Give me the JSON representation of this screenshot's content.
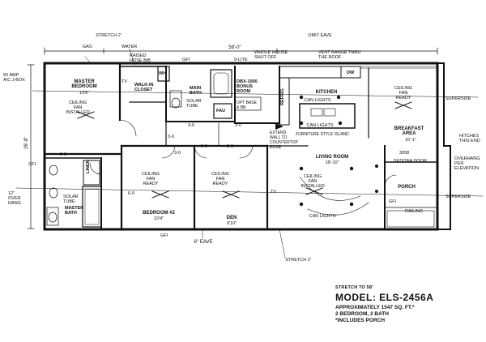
{
  "dimensions": {
    "overall_length": "58'-0\"",
    "width": "26'-8\"",
    "stretch_top": "STRETCH 2'",
    "stretch_bottom": "STRETCH 2'",
    "eave_bottom": "6\" EAVE",
    "omit_eave": "OMIT EAVE"
  },
  "annotations": {
    "gas": "GAS",
    "water": "WATER",
    "raised_hose_bib": "RAISED\nHOSE BIB",
    "gfi_top": "GFI",
    "nine_lite": "9-LITE",
    "whole_house_shutoff": "WHOLE HOUSE\nSHUT OFF",
    "vent_range": "VENT RANGE THRU\nTHE ROOF",
    "amp": "50 AMP\nA/C J-BOX",
    "overhang_left": "12\"\nOVER\nHANG",
    "gfi_left": "GFI",
    "gfi_bottom": "GFI",
    "gfi_porch": "GFI",
    "supersize_top": "SUPERSIZE",
    "supersize_bottom": "SUPERSIZE",
    "hitches": "HITCHES\nTHIS END",
    "overhang_right": "OVERHANG\nPER\nELEVATION",
    "extend_wall": "EXTEND\nWALL TO\nCOUNTERTOP\nEDGE",
    "sedona_door": "SEDONA DOOR",
    "door_3058": "3058",
    "railing": "RAILING",
    "furniture_island": "FURNITURE STYLE ISLAND"
  },
  "rooms": {
    "master_bedroom": {
      "name": "MASTER\nBEDROOM",
      "size": "13'6\""
    },
    "walk_in_closet": "WALK-IN\nCLOSET",
    "main_bath": "MAIN\nBATH",
    "bonus_room": "DBX-1000\nBONUS\nROOM",
    "opt_base": "OPT BASE\n& BB",
    "fau": "FAU",
    "wh": "WH",
    "kitchen": "KITCHEN",
    "dw": "DW",
    "refrig": "REFRIG",
    "breakfast": {
      "name": "BREAKFAST\nAREA",
      "size": "10'-1\""
    },
    "living_room": {
      "name": "LIVING ROOM",
      "size": "18'-10\""
    },
    "bedroom2": {
      "name": "BEDROOM #2",
      "size": "10'4\""
    },
    "den": {
      "name": "DEN",
      "size": "9'10\""
    },
    "master_bath": "MASTER\nBATH",
    "porch": "PORCH",
    "linen": "LINEN"
  },
  "features": {
    "ceiling_fan_installed": "CEILING\nFAN\nINSTALLED",
    "ceiling_fan_ready": "CEILING\nFAN\nREADY",
    "solar_tube": "SOLAR\nTUBE",
    "can_lights": "CAN LIGHTS",
    "tv": "TV"
  },
  "openings": {
    "d30": "3-0",
    "d20": "2-0",
    "d60": "6-0"
  },
  "model": {
    "stretch_note": "STRETCH TO 58'",
    "name": "MODEL: ELS-2456A",
    "area": "APPROXIMATELY 1547 SQ. FT.*",
    "bedrooms": "2 BEDROOM, 2 BATH",
    "porch_note": "*INCLUDES PORCH"
  }
}
